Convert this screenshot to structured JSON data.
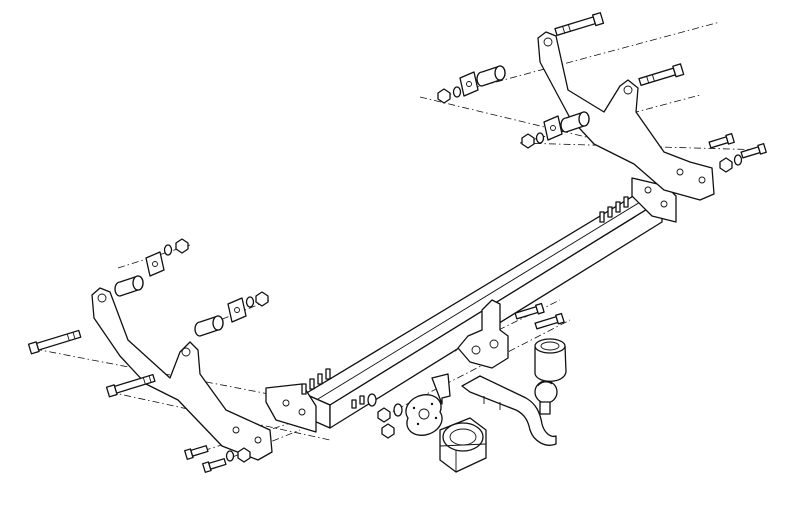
{
  "diagram": {
    "type": "exploded-parts-drawing",
    "colors": {
      "line": "#111111",
      "background": "#ffffff"
    },
    "parts": [
      "main-crossbar",
      "left-side-bracket",
      "right-side-bracket",
      "tow-ball-neck",
      "ball-cover",
      "socket-plate",
      "electrical-socket",
      "bolts",
      "nuts",
      "washers",
      "spacer-tubes",
      "square-plates"
    ]
  }
}
